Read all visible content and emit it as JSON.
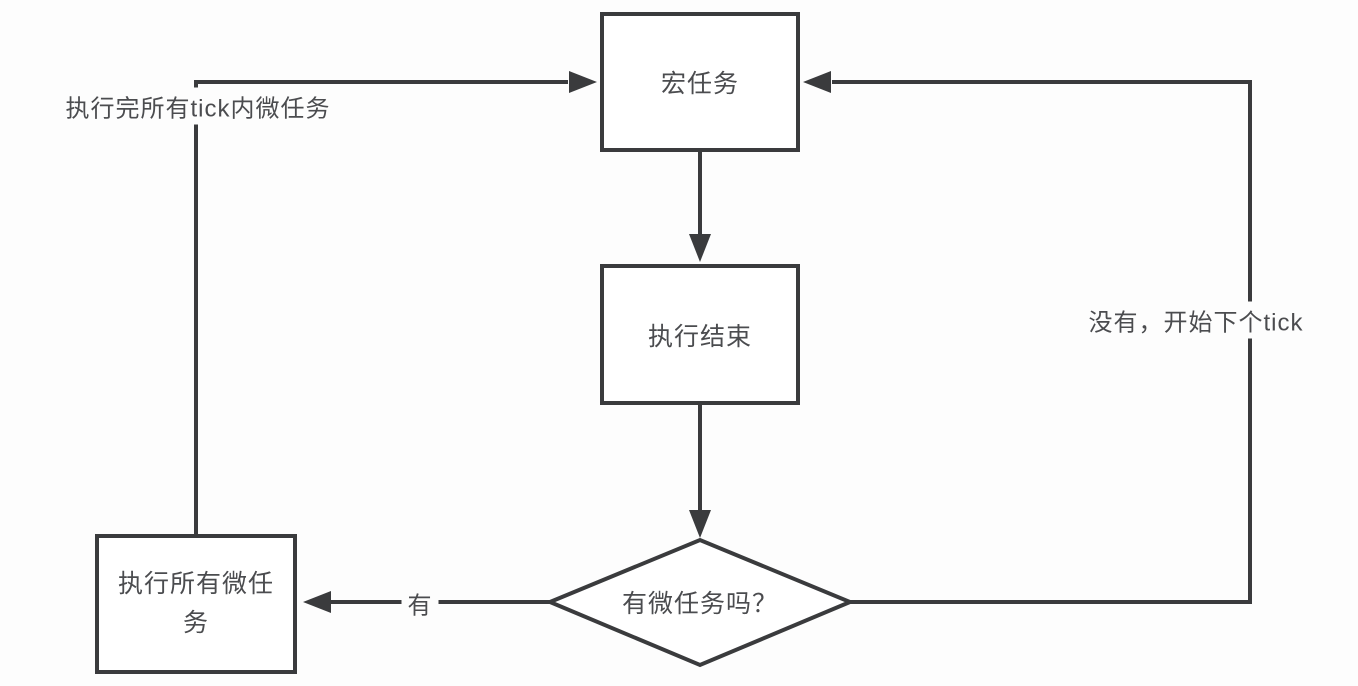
{
  "diagram": {
    "type": "flowchart",
    "topic": "event-loop macro/micro task cycle",
    "nodes": {
      "macro_task": {
        "label": "宏任务",
        "shape": "rect"
      },
      "execution_end": {
        "label": "执行结束",
        "shape": "rect"
      },
      "has_microtask": {
        "label": "有微任务吗？",
        "shape": "diamond"
      },
      "run_all_microtasks": {
        "label": "执行所有微任务",
        "shape": "rect"
      }
    },
    "edges": {
      "macro_to_end": {
        "from": "macro_task",
        "to": "execution_end",
        "label": ""
      },
      "end_to_decision": {
        "from": "execution_end",
        "to": "has_microtask",
        "label": ""
      },
      "decision_yes": {
        "from": "has_microtask",
        "to": "run_all_microtasks",
        "label": "有"
      },
      "decision_no_loop": {
        "from": "has_microtask",
        "to": "macro_task",
        "label": "没有，开始下个tick"
      },
      "microtasks_done_loop": {
        "from": "run_all_microtasks",
        "to": "macro_task",
        "label": "执行完所有tick内微任务"
      }
    },
    "colors": {
      "line": "#3a3b3d",
      "text": "#4b4c4f",
      "background": "#fdfdfd"
    }
  }
}
